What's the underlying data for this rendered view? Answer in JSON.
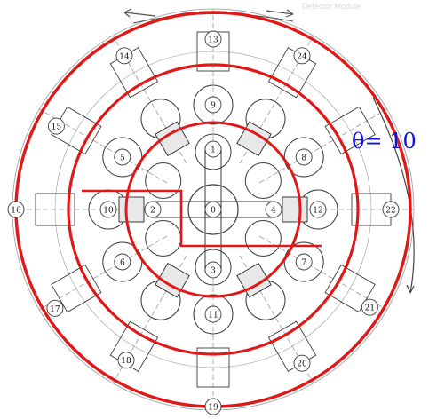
{
  "annotation": {
    "theta_label": "θ= 10"
  },
  "faint_text": "Detector Module",
  "colors": {
    "ring": "#e01818",
    "annotation": "#1010e0",
    "drawing": "#3a3a3a"
  },
  "modules": [
    {
      "id": "0",
      "label": "0"
    },
    {
      "id": "1",
      "label": "1"
    },
    {
      "id": "2",
      "label": "2"
    },
    {
      "id": "3",
      "label": "3"
    },
    {
      "id": "4",
      "label": "4"
    },
    {
      "id": "5",
      "label": "5"
    },
    {
      "id": "6",
      "label": "6"
    },
    {
      "id": "7",
      "label": "7"
    },
    {
      "id": "8",
      "label": "8"
    },
    {
      "id": "9",
      "label": "9"
    },
    {
      "id": "10",
      "label": "10"
    },
    {
      "id": "11",
      "label": "11"
    },
    {
      "id": "12",
      "label": "12"
    },
    {
      "id": "13",
      "label": "13"
    },
    {
      "id": "14",
      "label": "14"
    },
    {
      "id": "15",
      "label": "15"
    },
    {
      "id": "16",
      "label": "16"
    },
    {
      "id": "17",
      "label": "17"
    },
    {
      "id": "18",
      "label": "18"
    },
    {
      "id": "19",
      "label": "19"
    },
    {
      "id": "20",
      "label": "20"
    },
    {
      "id": "21",
      "label": "21"
    },
    {
      "id": "22",
      "label": "22"
    },
    {
      "id": "24",
      "label": "24"
    }
  ]
}
